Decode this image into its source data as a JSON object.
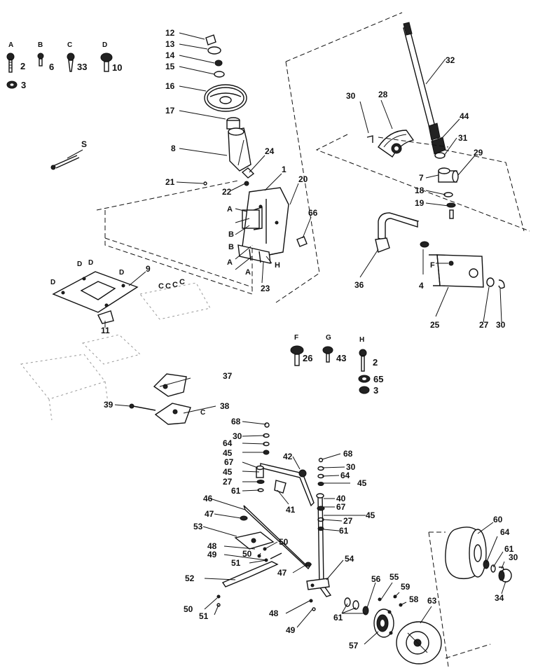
{
  "hardware_key": [
    {
      "letter": "A",
      "qty": "2"
    },
    {
      "letter": "B",
      "qty": "6"
    },
    {
      "letter": "C",
      "qty": "33"
    },
    {
      "letter": "D",
      "qty": "10"
    },
    {
      "letter": "F",
      "qty": "26"
    },
    {
      "letter": "G",
      "qty": "43"
    },
    {
      "letter": "H",
      "qty": "2"
    }
  ],
  "hardware_nuts": {
    "a_nut": "3",
    "h_washer": "65",
    "h_nut": "3"
  },
  "part_labels": [
    "12",
    "13",
    "14",
    "15",
    "16",
    "17",
    "8",
    "24",
    "22",
    "21",
    "1",
    "20",
    "66",
    "S",
    "9",
    "11",
    "23",
    "30",
    "28",
    "32",
    "44",
    "31",
    "29",
    "7",
    "18",
    "19",
    "36",
    "4",
    "25",
    "27",
    "30",
    "A",
    "B",
    "B",
    "A",
    "A",
    "H",
    "F",
    "D",
    "D",
    "D",
    "D",
    "C",
    "C",
    "C",
    "C",
    "37",
    "38",
    "39",
    "C",
    "68",
    "30",
    "64",
    "45",
    "67",
    "45",
    "27",
    "61",
    "42",
    "68",
    "30",
    "64",
    "45",
    "41",
    "40",
    "67",
    "45",
    "27",
    "61",
    "46",
    "47",
    "53",
    "50",
    "48",
    "50",
    "49",
    "51",
    "52",
    "47",
    "54",
    "50",
    "51",
    "48",
    "49",
    "61",
    "56",
    "55",
    "59",
    "58",
    "63",
    "57",
    "60",
    "64",
    "61",
    "30",
    "34"
  ]
}
